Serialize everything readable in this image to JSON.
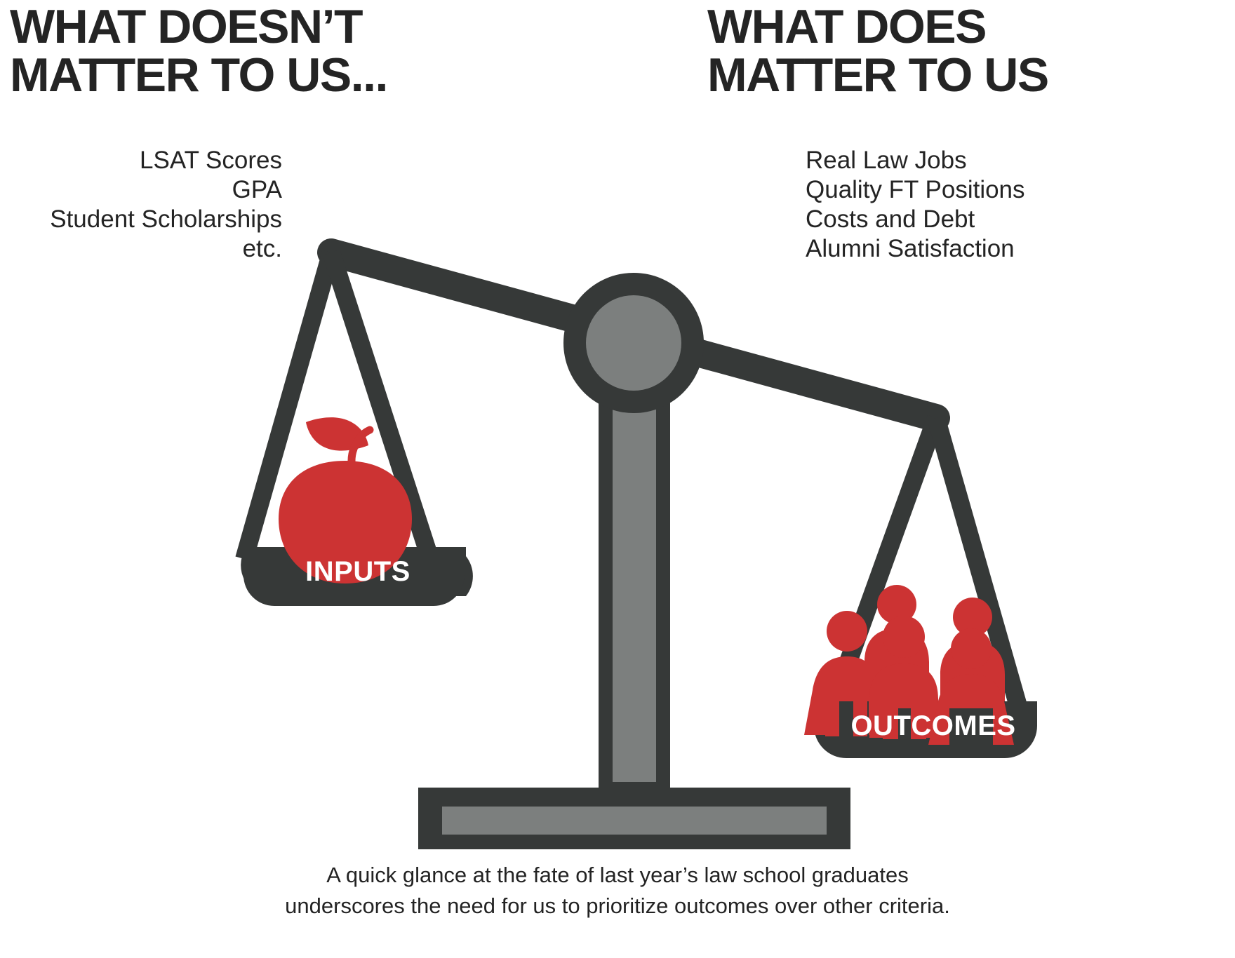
{
  "headings": {
    "left": "WHAT DOESN’T\nMATTER TO US...",
    "right": "WHAT DOES\nMATTER TO US"
  },
  "criteria": {
    "left_items": [
      "LSAT Scores",
      "GPA",
      "Student Scholarships",
      "etc."
    ],
    "right_items": [
      "Real Law Jobs",
      "Quality FT Positions",
      "Costs and Debt",
      "Alumni Satisfaction"
    ]
  },
  "scale": {
    "left_pan_label": "INPUTS",
    "right_pan_label": "OUTCOMES",
    "left_pan_icon": "apple-icon",
    "right_pan_icon": "people-group-icon",
    "tilt_note": "left pan raised, right pan lowered"
  },
  "caption": {
    "line1": "A quick glance at the fate of last year’s law school graduates",
    "line2": "underscores the need for us to prioritize outcomes over other criteria."
  },
  "colors": {
    "background": "#ffffff",
    "text": "#242424",
    "dark": "#363938",
    "gray": "#7C7F7E",
    "red": "#CC3333",
    "white": "#ffffff"
  }
}
